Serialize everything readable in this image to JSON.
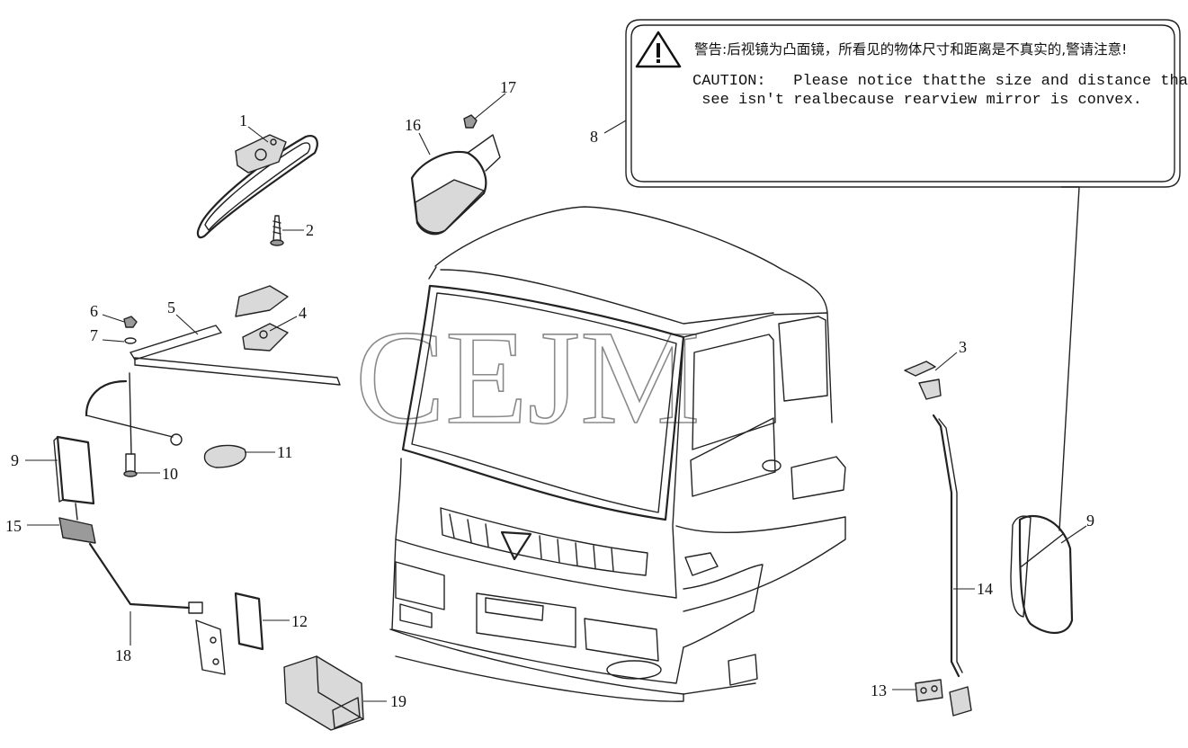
{
  "watermark": "CEJM",
  "warning_label": {
    "chinese": "警告:后视镜为凸面镜，所看见的物体尺寸和距离是不真实的,警请注意!",
    "english_line1": "CAUTION:   Please notice thatthe size and distance that you",
    "english_line2": " see isn't realbecause rearview mirror is convex.",
    "icon": "warning-triangle-icon"
  },
  "callouts": [
    {
      "id": "1",
      "label": "1"
    },
    {
      "id": "2",
      "label": "2"
    },
    {
      "id": "3",
      "label": "3"
    },
    {
      "id": "4",
      "label": "4"
    },
    {
      "id": "5",
      "label": "5"
    },
    {
      "id": "6",
      "label": "6"
    },
    {
      "id": "7",
      "label": "7"
    },
    {
      "id": "8",
      "label": "8"
    },
    {
      "id": "9a",
      "label": "9"
    },
    {
      "id": "9b",
      "label": "9"
    },
    {
      "id": "10",
      "label": "10"
    },
    {
      "id": "11",
      "label": "11"
    },
    {
      "id": "12",
      "label": "12"
    },
    {
      "id": "13",
      "label": "13"
    },
    {
      "id": "14",
      "label": "14"
    },
    {
      "id": "15",
      "label": "15"
    },
    {
      "id": "16",
      "label": "16"
    },
    {
      "id": "17",
      "label": "17"
    },
    {
      "id": "18",
      "label": "18"
    },
    {
      "id": "19",
      "label": "19"
    }
  ]
}
